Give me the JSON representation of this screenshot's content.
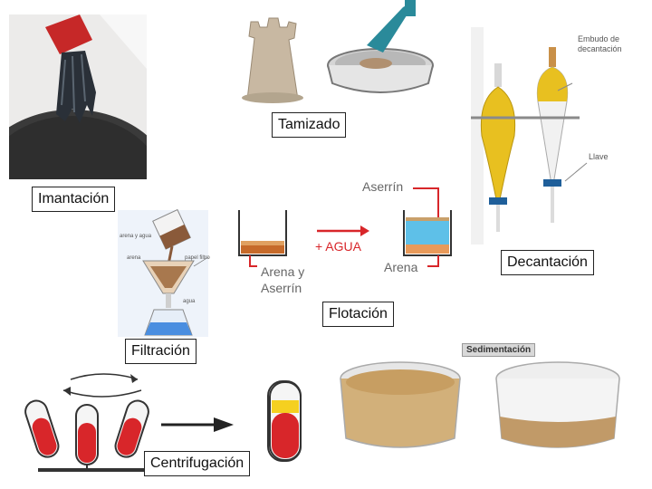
{
  "labels": {
    "tamizado": "Tamizado",
    "imantacion": "Imantación",
    "decantacion": "Decantación",
    "flotacion": "Flotación",
    "filtracion": "Filtración",
    "centrifugacion": "Centrifugación"
  },
  "annotations": {
    "embudo_line1": "Embudo de",
    "embudo_line2": "decantación",
    "llave": "Llave",
    "aserrin": "Aserrín",
    "agua": "+ AGUA",
    "arena": "Arena",
    "arena_aserrin_line1": "Arena y",
    "arena_aserrin_line2": "Aserrín",
    "sedimentacion": "Sedimentación",
    "filtro_arena_agua": "arena y agua",
    "filtro_arena": "arena",
    "filtro_papel": "papel filtro",
    "filtro_agua": "agua"
  },
  "colors": {
    "red_accent": "#d8262a",
    "water_blue": "#5ec0e8",
    "liquid_yellow": "#e8c020",
    "sand": "#c9a06a"
  }
}
